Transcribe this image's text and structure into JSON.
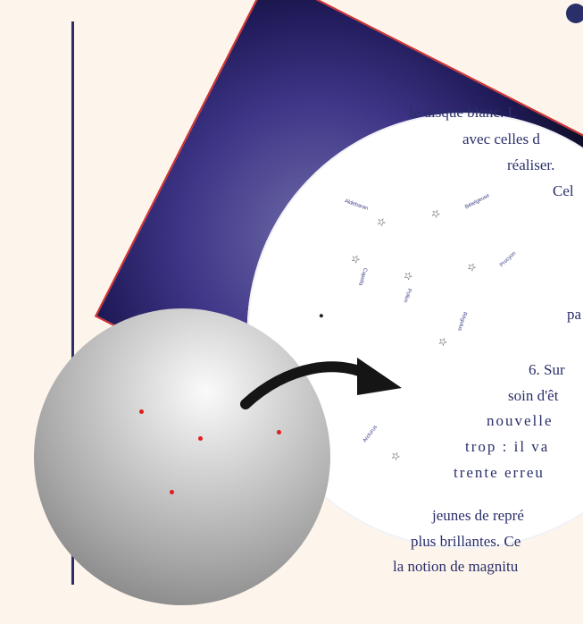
{
  "text_lines": [
    "le disque blanc. L",
    "avec celles d",
    "réaliser.",
    "Cel",
    "pa",
    "6. Sur",
    "soin d'êt",
    "nouvelle",
    "trop : il va",
    "trente erreu",
    "jeunes de repré",
    "plus brillantes. Ce",
    "la notion de magnitu"
  ],
  "illustration": {
    "star_labels": [
      "Aldebaran",
      "Bételgeuse",
      "Procyon",
      "Capella",
      "Pollux",
      "Régulus",
      "Arcturus"
    ],
    "icons": {
      "star": "star-outline-icon",
      "arrow": "curved-arrow-icon",
      "bullet": "round-bullet-icon"
    },
    "colors": {
      "background": "#fdf5ec",
      "text": "#2a2f6a",
      "card_border": "#d23131",
      "sky_dark": "#1f1a57",
      "marker": "#e21d1d"
    }
  }
}
